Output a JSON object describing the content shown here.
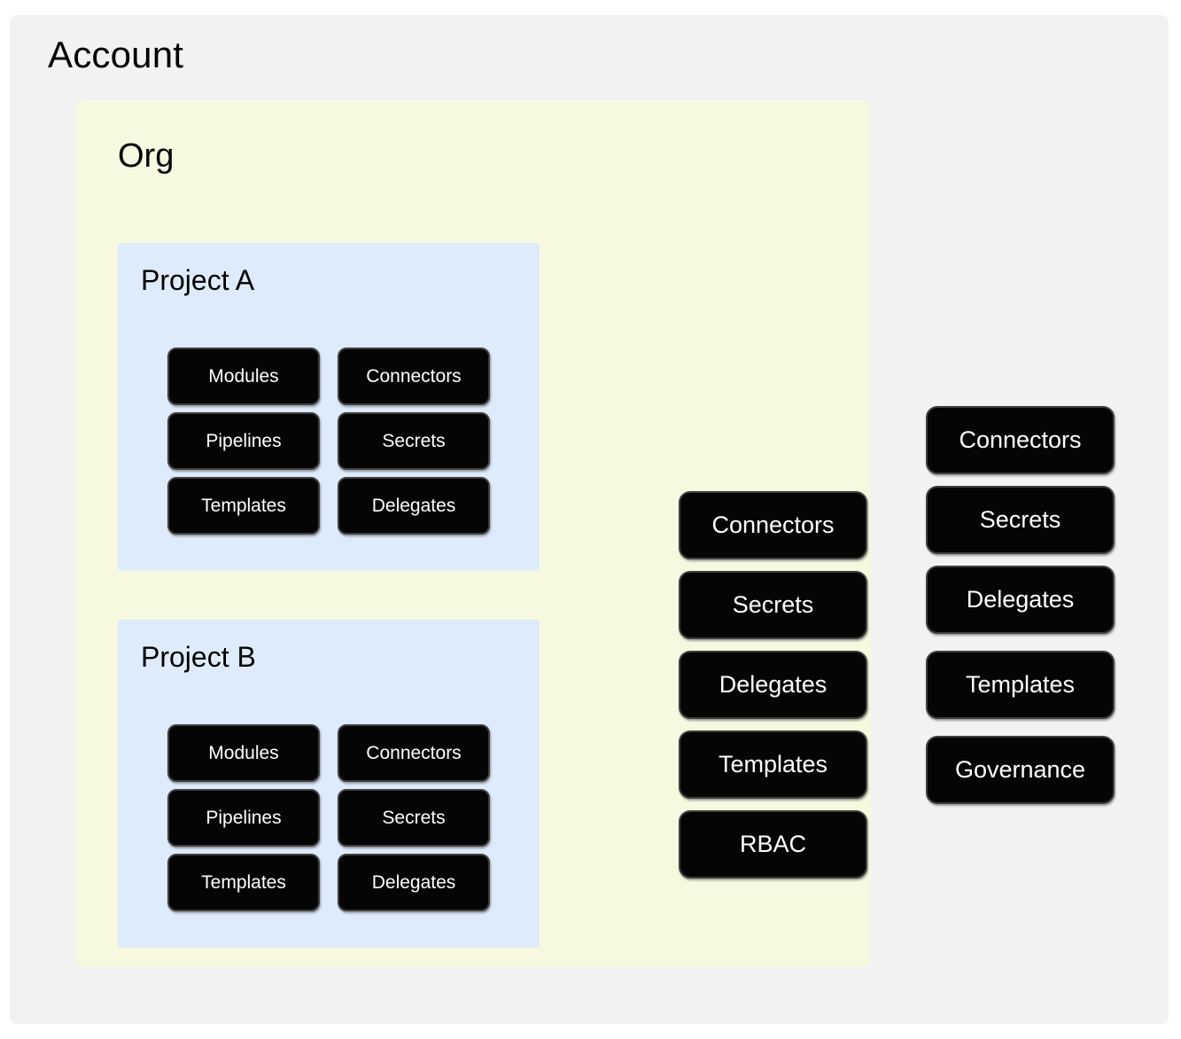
{
  "account": {
    "title": "Account",
    "panel_color": "#F2F2F3"
  },
  "org": {
    "title": "Org",
    "panel_color": "#F6F8E0"
  },
  "projects": [
    {
      "title": "Project A",
      "panel_color": "#DEEBFB",
      "items": [
        "Modules",
        "Connectors",
        "Pipelines",
        "Secrets",
        "Templates",
        "Delegates"
      ]
    },
    {
      "title": "Project B",
      "panel_color": "#DEEBFB",
      "items": [
        "Modules",
        "Connectors",
        "Pipelines",
        "Secrets",
        "Templates",
        "Delegates"
      ]
    }
  ],
  "org_level_resources": [
    "Connectors",
    "Secrets",
    "Delegates",
    "Templates",
    "RBAC"
  ],
  "account_level_resources": [
    "Connectors",
    "Secrets",
    "Delegates",
    "Templates",
    "Governance"
  ],
  "chip_style": {
    "background": "#050505",
    "text_color": "#FFFFFF",
    "border_color": "#3F3F3F"
  }
}
